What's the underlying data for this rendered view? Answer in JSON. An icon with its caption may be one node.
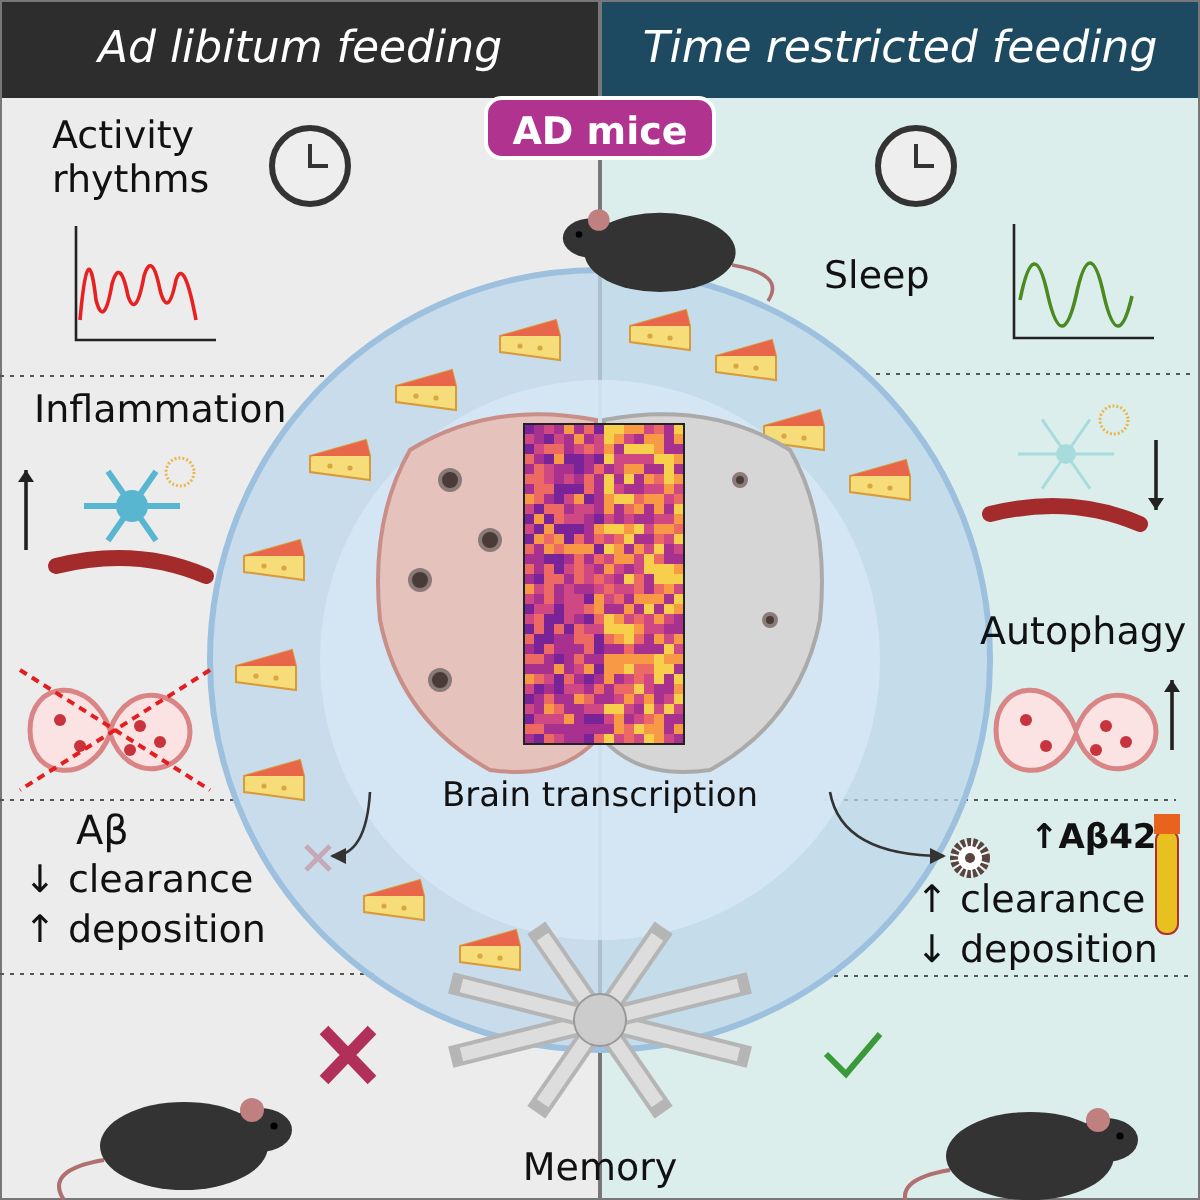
{
  "diagram": {
    "nodes": [
      {
        "text": [
          "Ad libitum feeding"
        ]
      },
      {
        "text": [
          "Time restricted feeding"
        ]
      },
      {
        "text": [
          "AD mice"
        ]
      },
      {
        "text": [
          "Brain transcription"
        ]
      },
      {
        "text": [],
        "shape": "picture",
        "in": 1
      },
      {
        "text": [],
        "shape": "cross",
        "in": 0
      }
    ],
    "edges": [
      {
        "from": 3,
        "to": 4,
        "arrow": "to"
      },
      {
        "from": 3,
        "to": 5,
        "arrow": "to"
      }
    ],
    "labels": [
      "Activity rhythms",
      "Sleep",
      "Inflammation",
      "Autophagy",
      "Aβ",
      "↑Aβ42",
      "↓ clearance",
      "↑ clearance",
      "↑ deposition",
      "↓ deposition",
      "Memory"
    ]
  }
}
